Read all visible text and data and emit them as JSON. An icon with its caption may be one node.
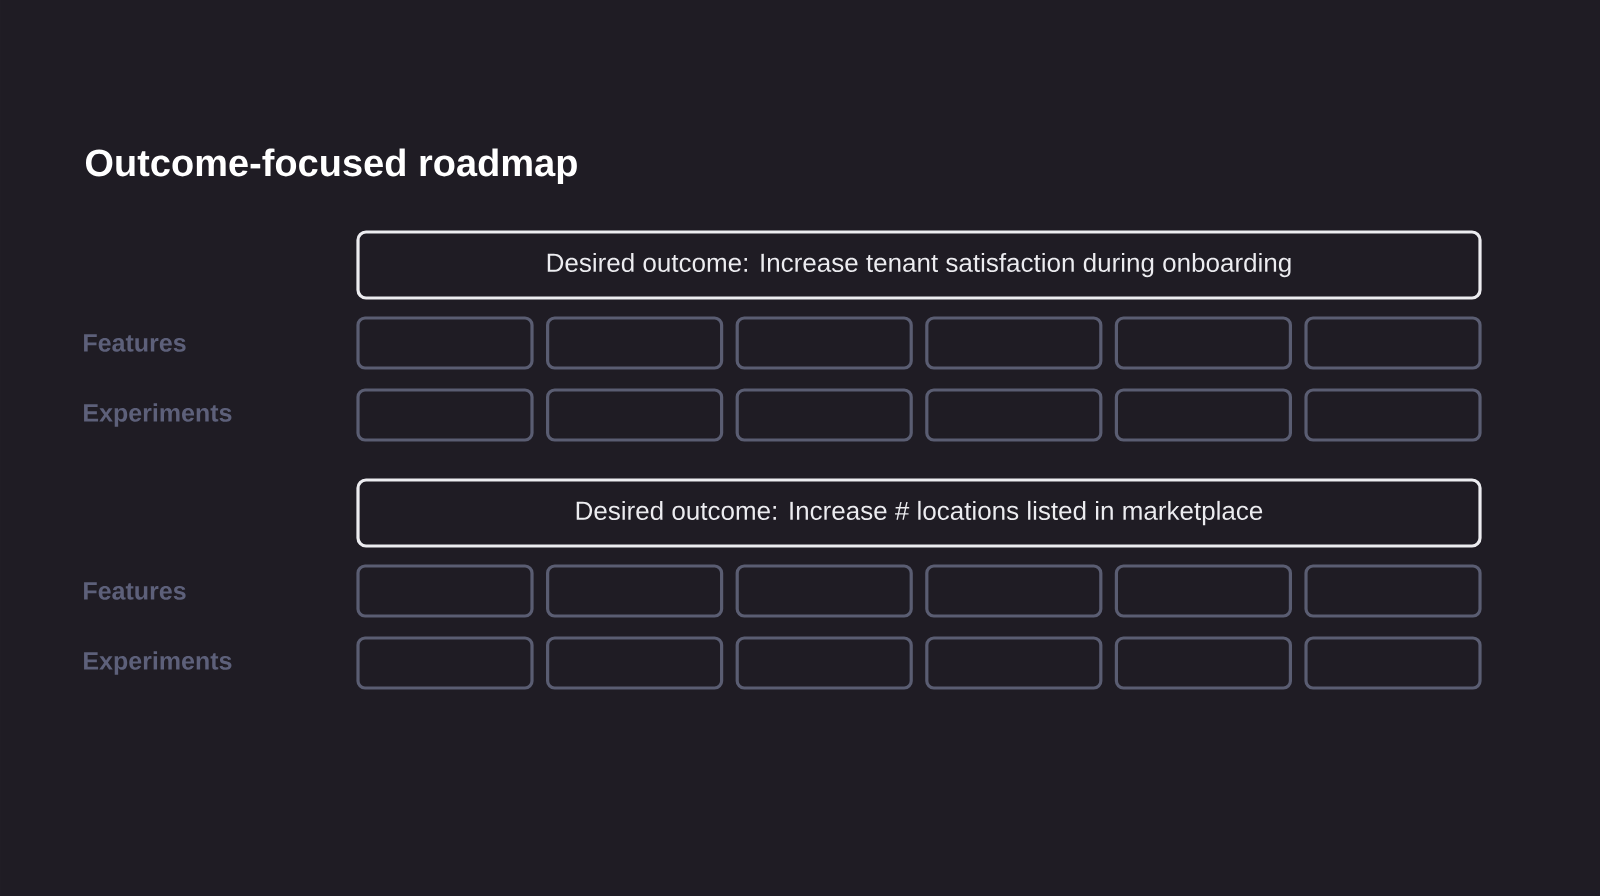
{
  "diagram": {
    "title": "Outcome-focused roadmap",
    "nodes": [
      {
        "text": [
          "Desired outcome: Increase tenant satisfaction during onboarding"
        ]
      },
      {
        "text": [],
        "shape": "box"
      },
      {
        "text": [],
        "shape": "box"
      },
      {
        "text": [],
        "shape": "box"
      },
      {
        "text": [],
        "shape": "box"
      },
      {
        "text": [],
        "shape": "box"
      },
      {
        "text": [],
        "shape": "box"
      },
      {
        "text": [],
        "shape": "box"
      },
      {
        "text": [],
        "shape": "box"
      },
      {
        "text": [],
        "shape": "box"
      },
      {
        "text": [],
        "shape": "box"
      },
      {
        "text": [],
        "shape": "box"
      },
      {
        "text": [],
        "shape": "box"
      },
      {
        "text": [
          "Desired outcome: Increase # locations listed in marketplace"
        ]
      },
      {
        "text": [],
        "shape": "box"
      },
      {
        "text": [],
        "shape": "box"
      },
      {
        "text": [],
        "shape": "box"
      },
      {
        "text": [],
        "shape": "box"
      },
      {
        "text": [],
        "shape": "box"
      },
      {
        "text": [],
        "shape": "box"
      },
      {
        "text": [],
        "shape": "box"
      },
      {
        "text": [],
        "shape": "box"
      },
      {
        "text": [],
        "shape": "box"
      },
      {
        "text": [],
        "shape": "box"
      },
      {
        "text": [],
        "shape": "box"
      },
      {
        "text": [],
        "shape": "box"
      }
    ],
    "labels": [
      "Features",
      "Experiments",
      "Features",
      "Experiments"
    ]
  }
}
